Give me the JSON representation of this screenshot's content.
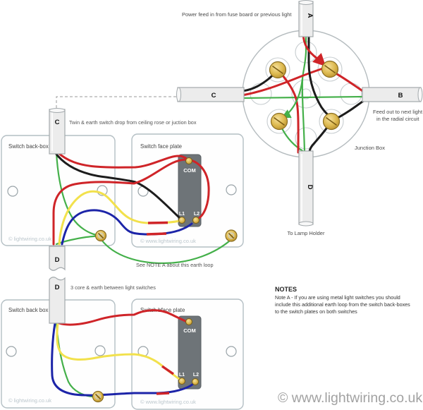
{
  "colors": {
    "wire-red": "#cf2428",
    "wire-black": "#1c1c1c",
    "wire-green": "#44b04a",
    "wire-yellow": "#f2e14c",
    "wire-blue": "#1c24a8",
    "brass-dark": "#8a6d1f",
    "tube-fill": "#ececec",
    "tube-stroke": "#a3a9ac",
    "box-stroke": "#b4bfc4",
    "body-gray": "#6e7478",
    "text-mid": "#555555",
    "watermark": "#bcc7cd",
    "watermark-big": "#a2a2a2",
    "dashed": "#999999"
  },
  "header": {
    "power_feed": "Power feed in from fuse board or previous light"
  },
  "junction": {
    "label_a": "A",
    "label_b": "B",
    "label_c": "C",
    "label_d": "D",
    "feed_out_lines": [
      "Feed out to next light",
      "in the radial circuit"
    ],
    "junction_box_label": "Junction Box",
    "to_lamp_holder": "To Lamp Holder"
  },
  "switch1": {
    "conduit_label": "C",
    "drop_note": "Twin & earth switch drop from ceiling rose or juction box",
    "back_box_label": "Switch back-box",
    "face_plate_label": "Switch face plate",
    "com_label": "COM",
    "l1_label": "L1",
    "l2_label": "L2",
    "backbox_watermark": "© lightwiring.co.uk",
    "faceplate_watermark": "© www.lightwiring.co.uk"
  },
  "between": {
    "conduit_label_top": "D",
    "conduit_label_bottom": "D",
    "earth_note": "See NOTE A about this earth loop",
    "core_note": "3 core & earth between light switches"
  },
  "switch2": {
    "back_box_label": "Switch back box",
    "face_plate_label": "Switch bface plate",
    "com_label": "COM",
    "l1_label": "L1",
    "l2_label": "L2",
    "backbox_watermark": "© lightwiring.co.uk",
    "faceplate_watermark": "© www.lightwiring.co.uk"
  },
  "notes": {
    "title": "NOTES",
    "lines": [
      "Note A - If you are using metal light switches you should",
      "include this additional earth loop from the switch back-boxes",
      "to the switch plates on both switches"
    ]
  },
  "footer": {
    "site_watermark": "© www.lightwiring.co.uk"
  }
}
